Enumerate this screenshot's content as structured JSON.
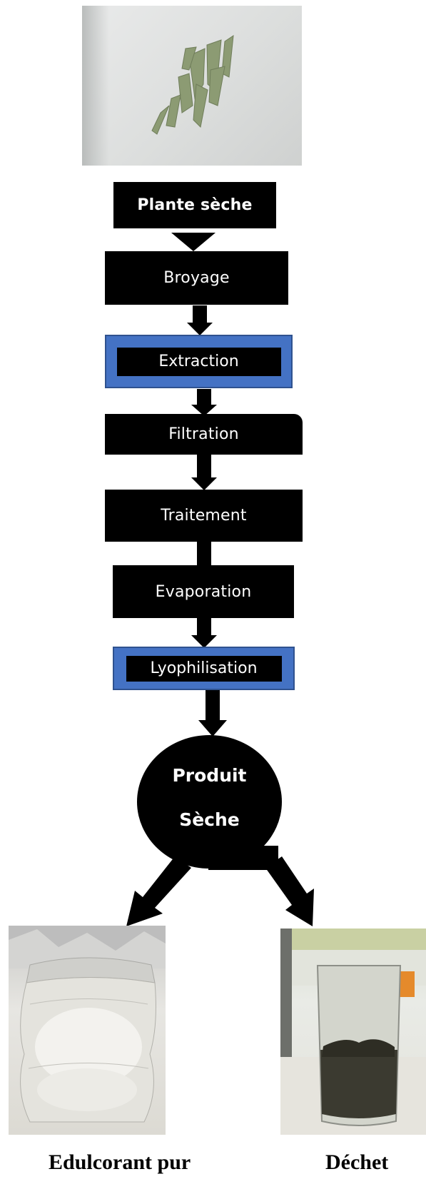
{
  "steps": {
    "plante_seche": "Plante sèche",
    "broyage": "Broyage",
    "extraction": "Extraction",
    "filtration": "Filtration",
    "traitement": "Traitement",
    "evaporation": "Evaporation",
    "lyophilisation": "Lyophilisation"
  },
  "product": {
    "line1": "Produit",
    "line2": "Sèche"
  },
  "outputs": {
    "left_label": "Edulcorant pur",
    "right_label": "Déchet"
  },
  "colors": {
    "box": "#000000",
    "highlight_frame": "#4472c4",
    "text": "#ffffff"
  }
}
